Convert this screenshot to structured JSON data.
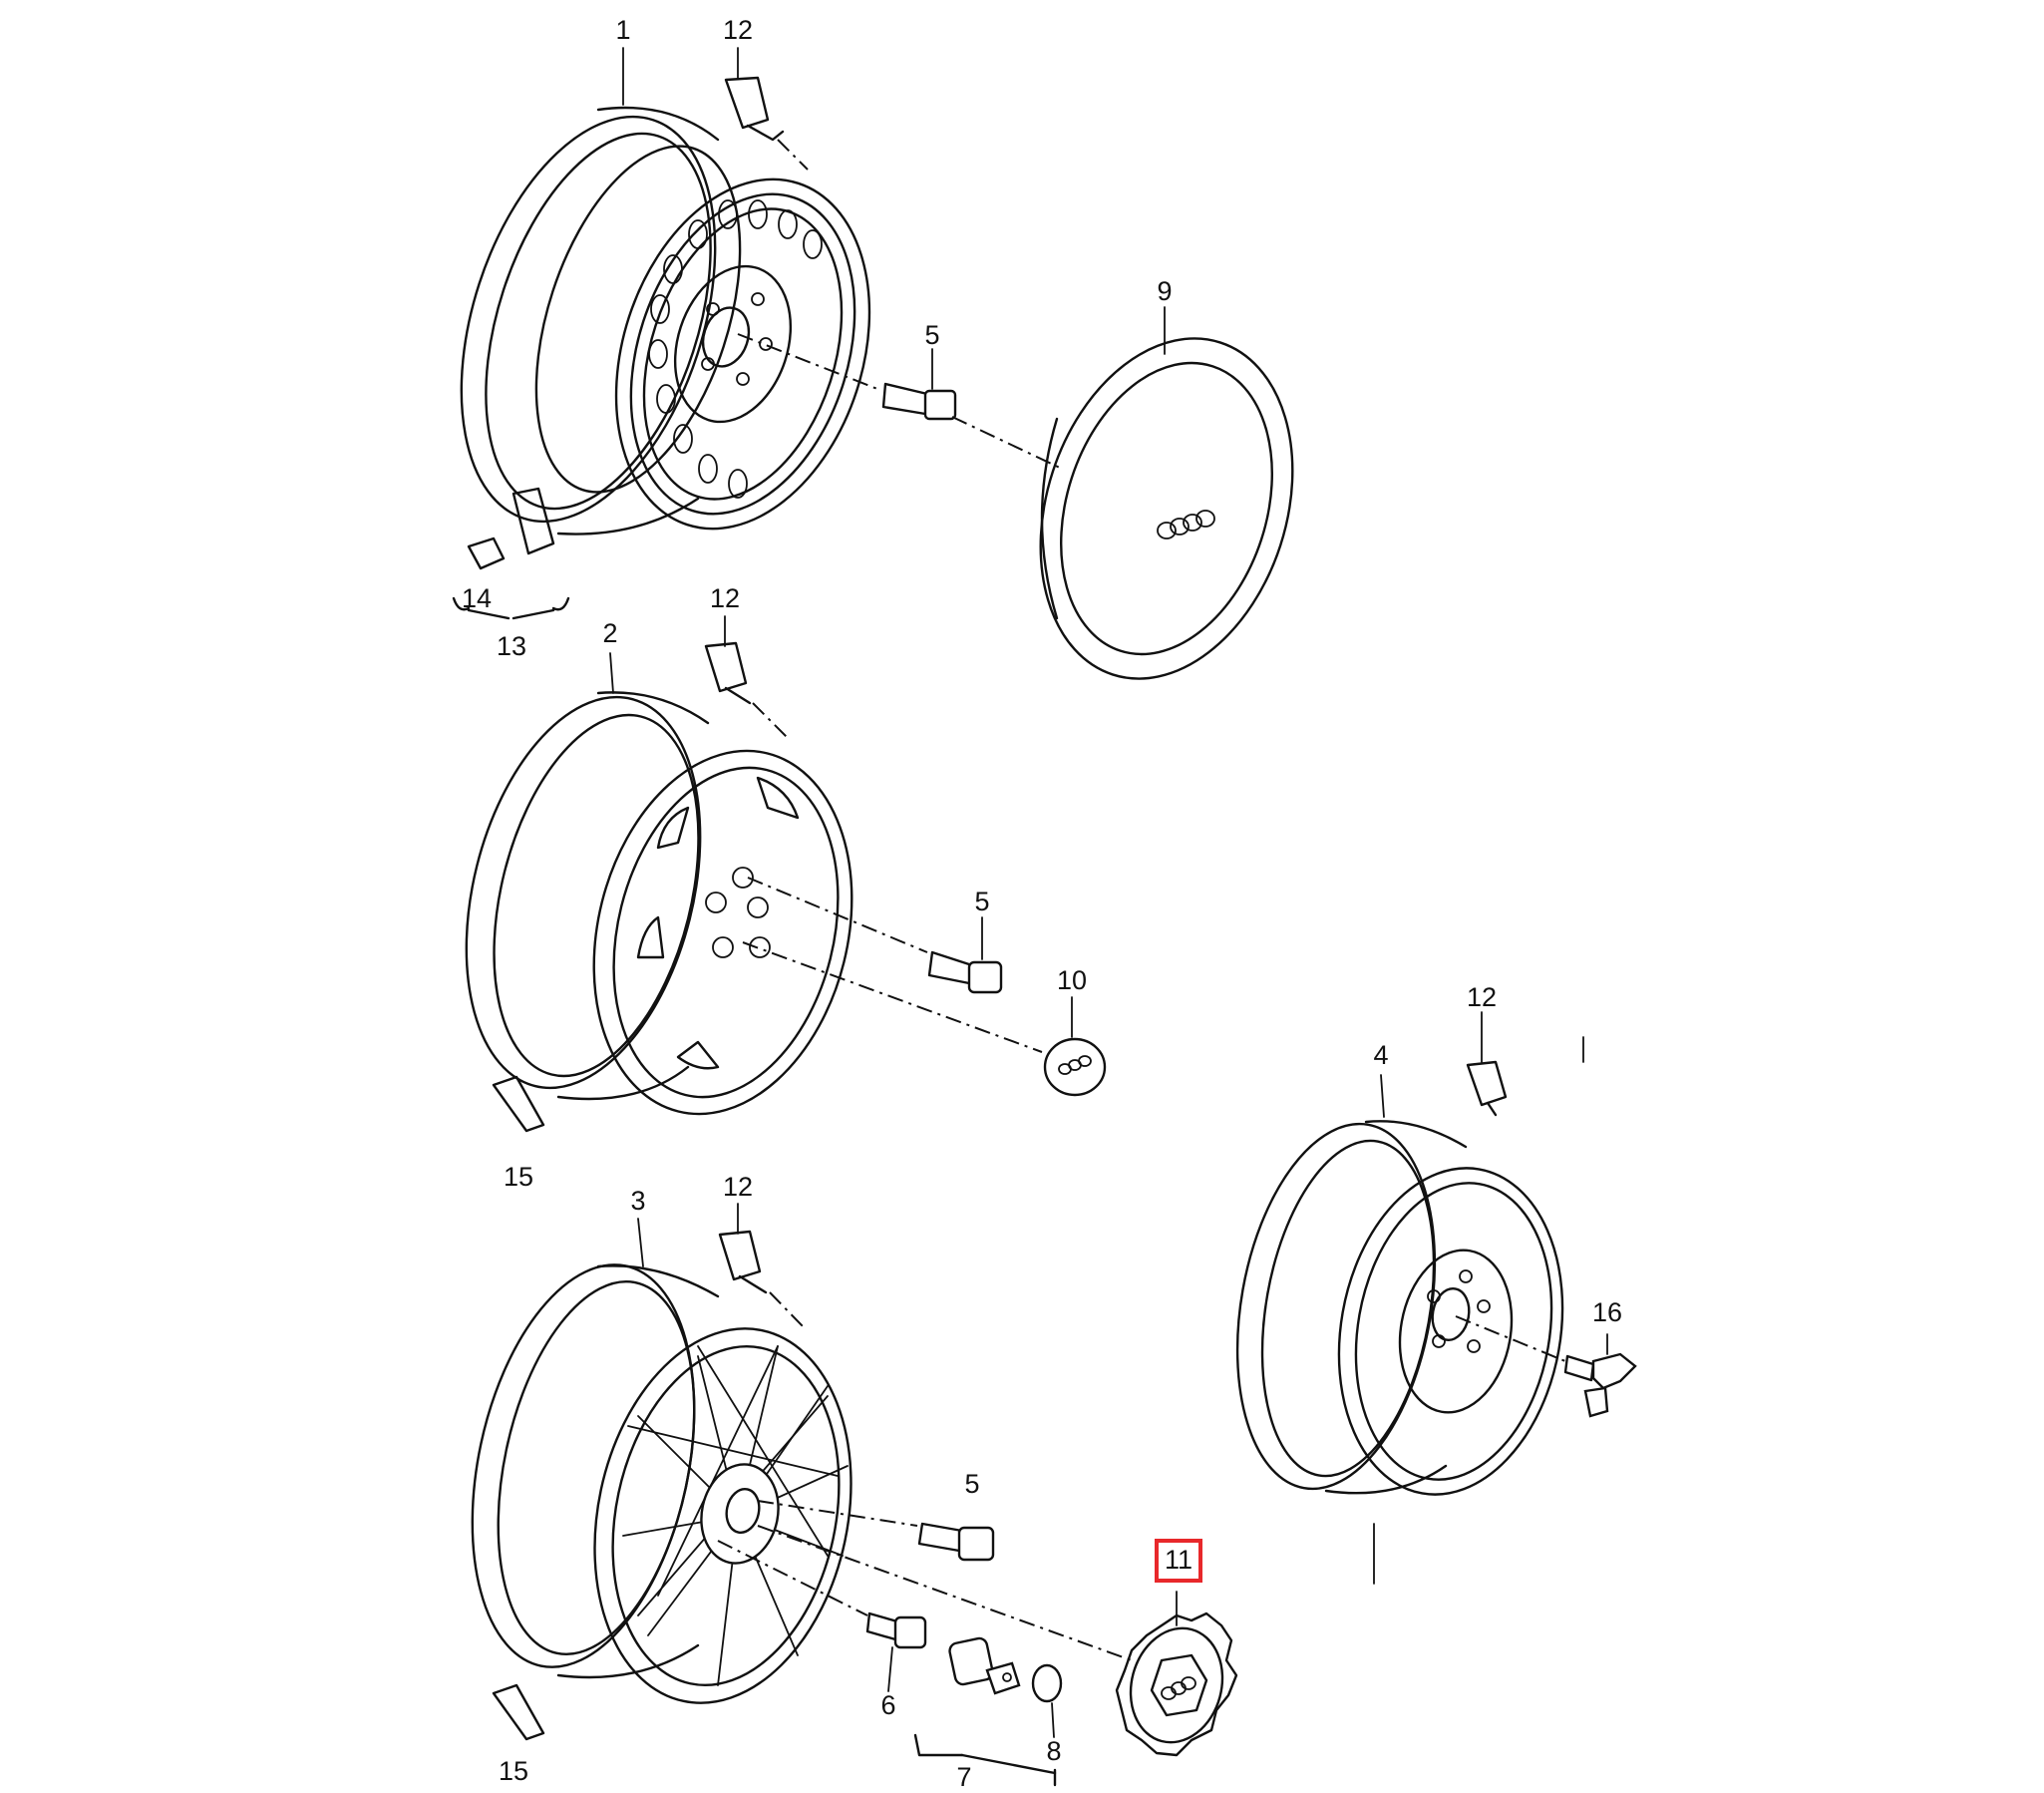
{
  "callouts": [
    {
      "id": "c1",
      "label": "1"
    },
    {
      "id": "c2",
      "label": "2"
    },
    {
      "id": "c3",
      "label": "3"
    },
    {
      "id": "c4",
      "label": "4"
    },
    {
      "id": "c5a",
      "label": "5"
    },
    {
      "id": "c5b",
      "label": "5"
    },
    {
      "id": "c5c",
      "label": "5"
    },
    {
      "id": "c6",
      "label": "6"
    },
    {
      "id": "c7",
      "label": "7"
    },
    {
      "id": "c8",
      "label": "8"
    },
    {
      "id": "c9",
      "label": "9"
    },
    {
      "id": "c10",
      "label": "10"
    },
    {
      "id": "c11",
      "label": "11"
    },
    {
      "id": "c12a",
      "label": "12"
    },
    {
      "id": "c12b",
      "label": "12"
    },
    {
      "id": "c12c",
      "label": "12"
    },
    {
      "id": "c12d",
      "label": "12"
    },
    {
      "id": "c13",
      "label": "13"
    },
    {
      "id": "c14",
      "label": "14"
    },
    {
      "id": "c15a",
      "label": "15"
    },
    {
      "id": "c15b",
      "label": "15"
    },
    {
      "id": "c16",
      "label": "16"
    }
  ],
  "highlight": {
    "label": "11",
    "color": "#e8282b"
  }
}
